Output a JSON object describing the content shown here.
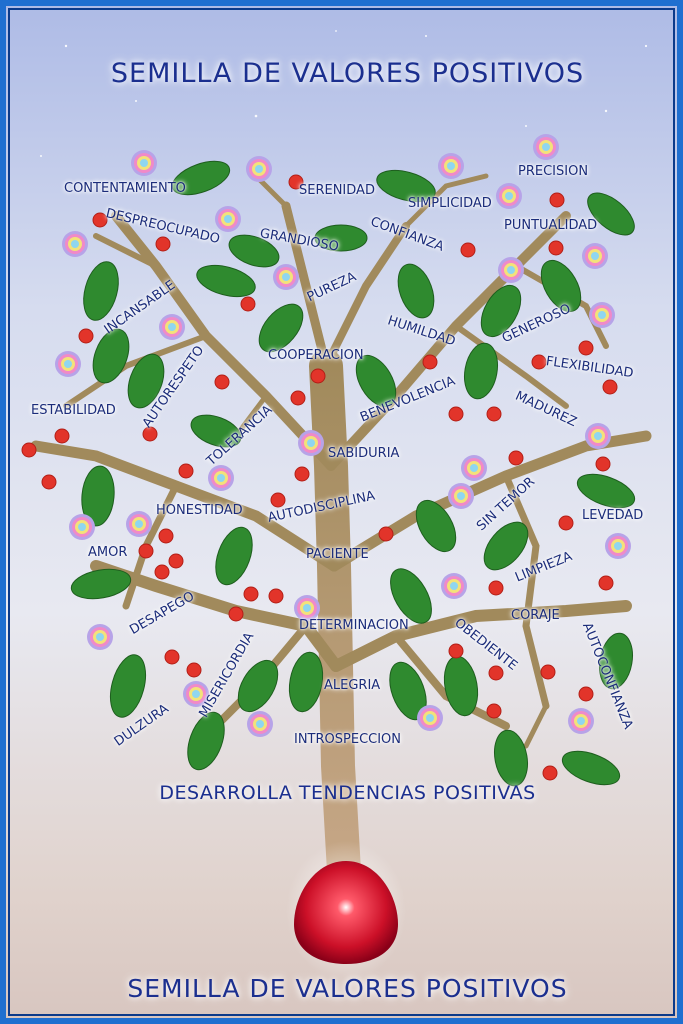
{
  "title_top": "SEMILLA DE VALORES POSITIVOS",
  "subtitle": "DESARROLLA TENDENCIAS POSITIVAS",
  "title_bottom": "SEMILLA DE VALORES POSITIVOS",
  "values": {
    "contentamiento": "CONTENTAMIENTO",
    "serenidad": "SERENIDAD",
    "simplicidad": "SIMPLICIDAD",
    "precision": "PRECISION",
    "despreocupado": "DESPREOCUPADO",
    "grandioso": "GRANDIOSO",
    "confianza": "CONFIANZA",
    "puntualidad": "PUNTUALIDAD",
    "incansable": "INCANSABLE",
    "pureza": "PUREZA",
    "humildad": "HUMILDAD",
    "generoso": "GENEROSO",
    "flexibilidad": "FLEXIBILIDAD",
    "cooperacion": "COOPERACION",
    "autorespeto": "AUTORESPETO",
    "estabilidad": "ESTABILIDAD",
    "benevolencia": "BENEVOLENCIA",
    "madurez": "MADUREZ",
    "tolerancia": "TOLERANCIA",
    "sabiduria": "SABIDURIA",
    "honestidad": "HONESTIDAD",
    "autodisciplina": "AUTODISCIPLINA",
    "sintemor": "SIN TEMOR",
    "levedad": "LEVEDAD",
    "amor": "AMOR",
    "paciente": "PACIENTE",
    "limpieza": "LIMPIEZA",
    "desapego": "DESAPEGO",
    "determinacion": "DETERMINACION",
    "obediente": "OBEDIENTE",
    "coraje": "CORAJE",
    "autoconfianza": "AUTOCONFIANZA",
    "misericordia": "MISERICORDIA",
    "dulzura": "DULZURA",
    "alegria": "ALEGRIA",
    "introspeccion": "INTROSPECCION"
  },
  "colors": {
    "title": "#1b2f8f",
    "border": "#1f6fd0",
    "trunk": "#a18a5c",
    "leaf": "#2f8a2f",
    "flower": "#e2342a",
    "seed": "#d0142a"
  }
}
